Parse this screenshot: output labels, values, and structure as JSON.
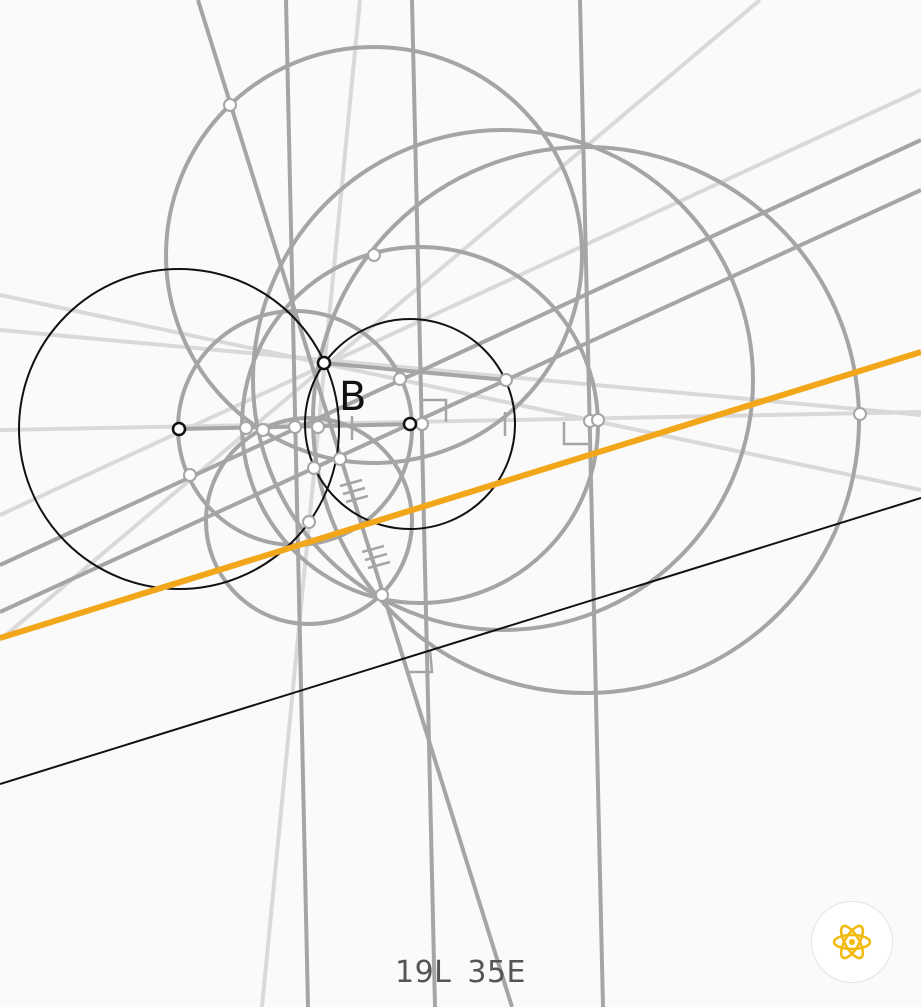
{
  "board": {
    "point_label": "B"
  },
  "score": {
    "lines": "19L",
    "euclid": "35E"
  },
  "hint_button": {
    "icon": "atom-icon",
    "color": "#f2b90f"
  },
  "colors": {
    "background": "#fafafa",
    "construction": "#a5a5a5",
    "faint": "#d8d8d8",
    "given": "#111111",
    "solution": "#f2a71a"
  }
}
